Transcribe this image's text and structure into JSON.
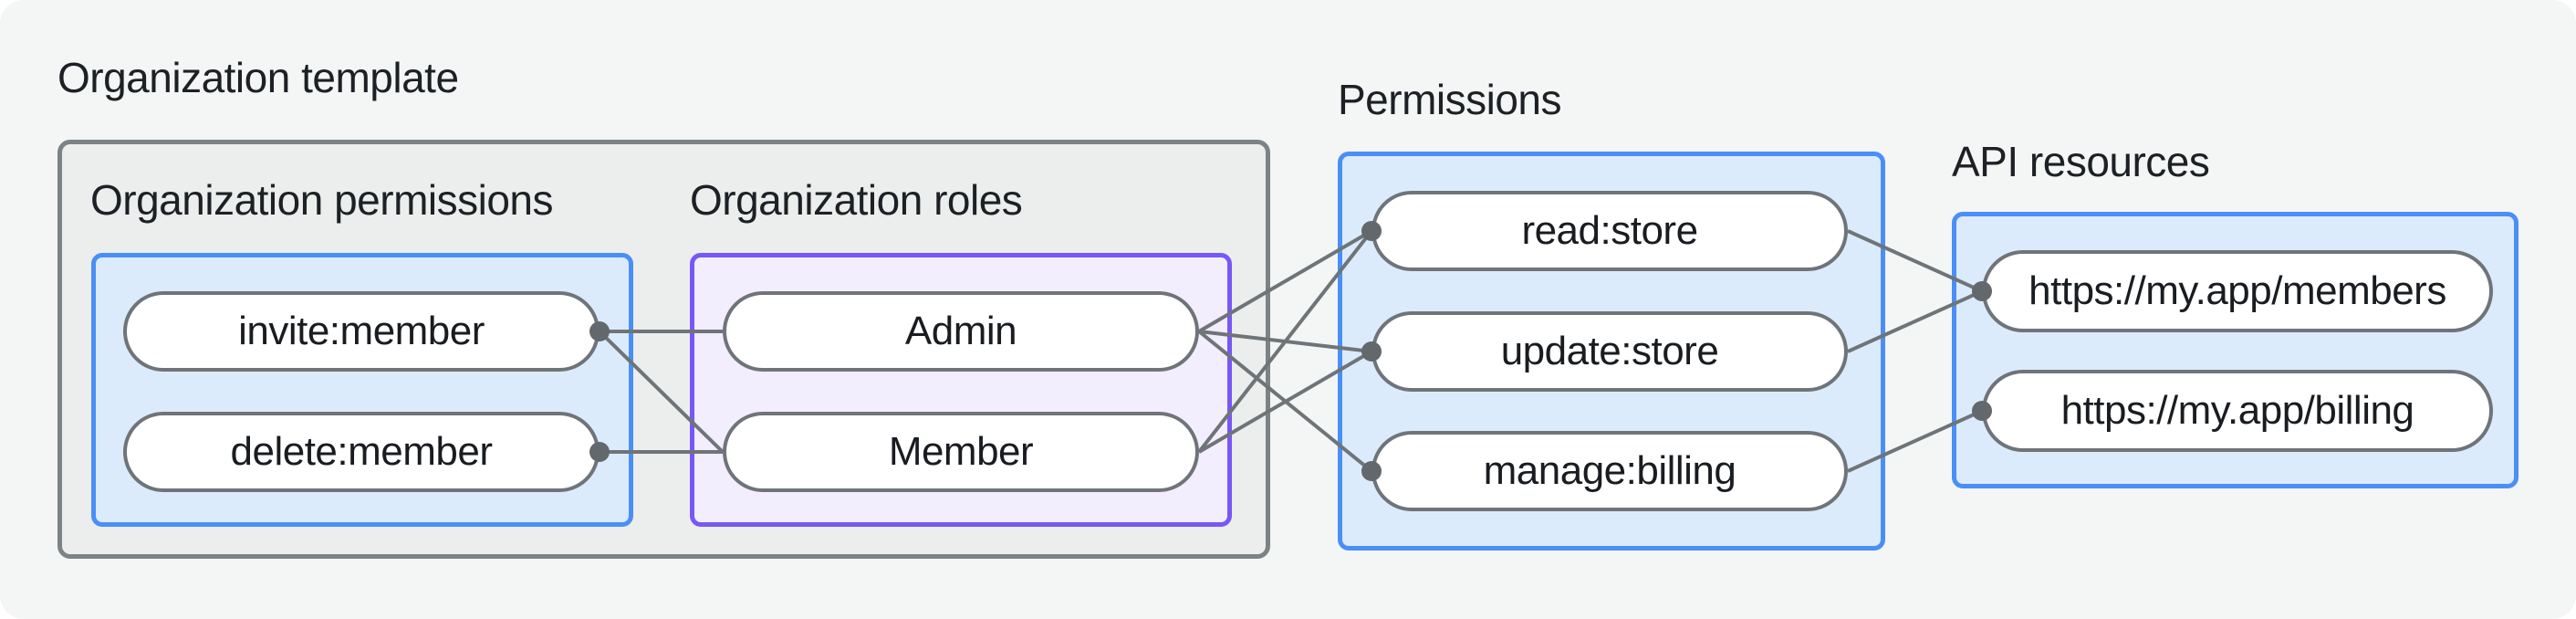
{
  "title": "Organization template",
  "groups": {
    "org_permissions": {
      "label": "Organization permissions",
      "items": [
        {
          "label": "invite:member"
        },
        {
          "label": "delete:member"
        }
      ]
    },
    "org_roles": {
      "label": "Organization roles",
      "items": [
        {
          "label": "Admin"
        },
        {
          "label": "Member"
        }
      ]
    },
    "permissions": {
      "label": "Permissions",
      "items": [
        {
          "label": "read:store"
        },
        {
          "label": "update:store"
        },
        {
          "label": "manage:billing"
        }
      ]
    },
    "api_resources": {
      "label": "API resources",
      "items": [
        {
          "label": "https://my.app/members"
        },
        {
          "label": "https://my.app/billing"
        }
      ]
    }
  },
  "edges": [
    {
      "from": "invite:member",
      "to": "Admin"
    },
    {
      "from": "invite:member",
      "to": "Member"
    },
    {
      "from": "delete:member",
      "to": "Member"
    },
    {
      "from": "Admin",
      "to": "read:store"
    },
    {
      "from": "Admin",
      "to": "update:store"
    },
    {
      "from": "Admin",
      "to": "manage:billing"
    },
    {
      "from": "Member",
      "to": "read:store"
    },
    {
      "from": "Member",
      "to": "update:store"
    },
    {
      "from": "read:store",
      "to": "https://my.app/members"
    },
    {
      "from": "update:store",
      "to": "https://my.app/members"
    },
    {
      "from": "manage:billing",
      "to": "https://my.app/billing"
    }
  ],
  "colors": {
    "page_background": "#f4f6f5",
    "template_container_fill": "#eceeed",
    "template_container_border": "#7d8285",
    "blue_box_fill": "#dcebfc",
    "blue_box_border": "#4a8ff7",
    "purple_box_fill": "#f3eefd",
    "purple_box_border": "#7857f7",
    "pill_fill": "#ffffff",
    "pill_border": "#6f7478",
    "connector_line": "#6f7478",
    "connector_dot": "#63686c",
    "text": "#1d2024"
  }
}
